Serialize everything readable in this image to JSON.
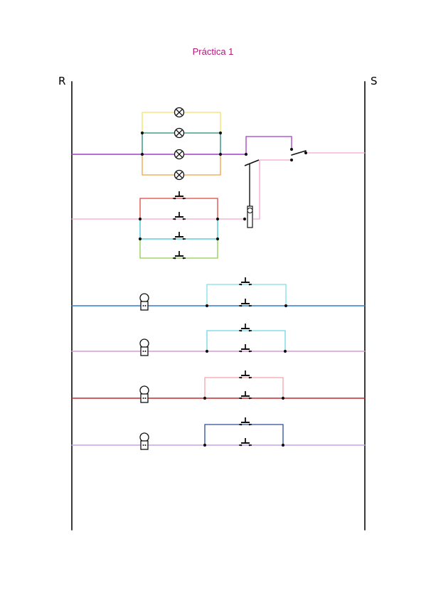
{
  "title": "Práctica 1",
  "rails": {
    "left_label": "R",
    "right_label": "S"
  },
  "colors": {
    "title": "#b0197e",
    "rail": "#3a3a3a",
    "wire_purple": "#a23cc6",
    "wire_pink": "#f4a6cf",
    "wire_blue": "#2f7fd0",
    "wire_mauve": "#d59cd4",
    "wire_red": "#c32a2a",
    "wire_lavender": "#c6a4ec",
    "lamp_yellow": "#f1e26a",
    "lamp_teal": "#1f8a73",
    "lamp_orange": "#f0a243",
    "pb_red": "#e0453e",
    "pb_cyan": "#3bc3d6",
    "pb_green": "#8ccf4a",
    "br_cyan": "#7fe0e6",
    "br_light_cyan": "#6fd6e6",
    "br_salmon": "#f3a3a6",
    "br_navy": "#284f9c"
  },
  "components": {
    "lamp_icon": "lamp-x-icon",
    "pushbutton_icon": "pushbutton-icon",
    "bell_icon": "bell-icon",
    "switch_icon": "switch-icon",
    "relay_icon": "relay-coil-icon"
  }
}
